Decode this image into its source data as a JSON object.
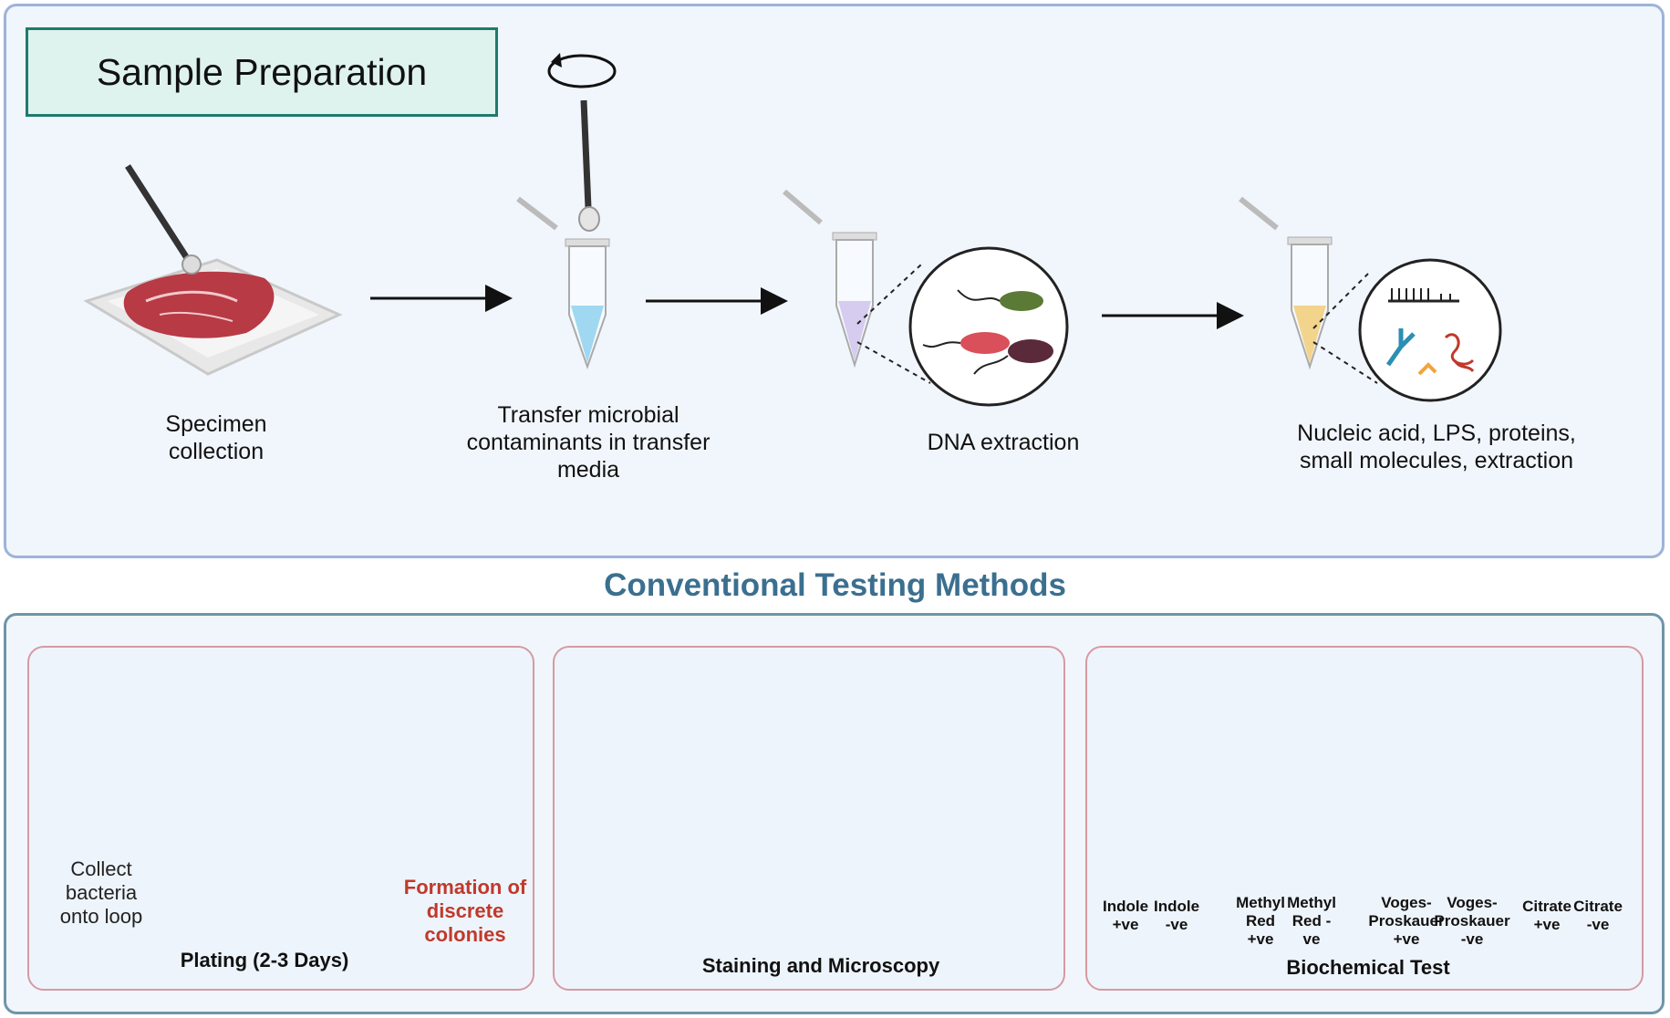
{
  "top": {
    "title": "Sample Preparation",
    "steps": [
      {
        "label": "Specimen\ncollection"
      },
      {
        "label": "Transfer microbial\ncontaminants in transfer\nmedia"
      },
      {
        "label": "DNA extraction"
      },
      {
        "label": "Nucleic acid, LPS, proteins,\nsmall molecules, extraction"
      }
    ]
  },
  "middle_title": "Conventional Testing Methods",
  "plating": {
    "collect_label": "Collect\nbacteria\nonto loop",
    "colonies_label": "Formation of\ndiscrete\ncolonies",
    "title": "Plating (2-3 Days)"
  },
  "staining": {
    "title": "Staining and Microscopy"
  },
  "biochem": {
    "title": "Biochemical Test",
    "tubes": [
      {
        "label": "Indole\n+ve"
      },
      {
        "label": "Indole\n-ve"
      },
      {
        "label": "Methyl\nRed\n+ve"
      },
      {
        "label": "Methyl\nRed -\nve"
      },
      {
        "label": "Voges-\nProskauer\n+ve"
      },
      {
        "label": "Voges-\nProskauer\n-ve"
      },
      {
        "label": "Citrate\n+ve"
      },
      {
        "label": "Citrate\n-ve"
      }
    ]
  },
  "colors": {
    "title_border": "#1f7a6e",
    "section_title": "#3b6f8f",
    "red_label": "#c0392b"
  }
}
